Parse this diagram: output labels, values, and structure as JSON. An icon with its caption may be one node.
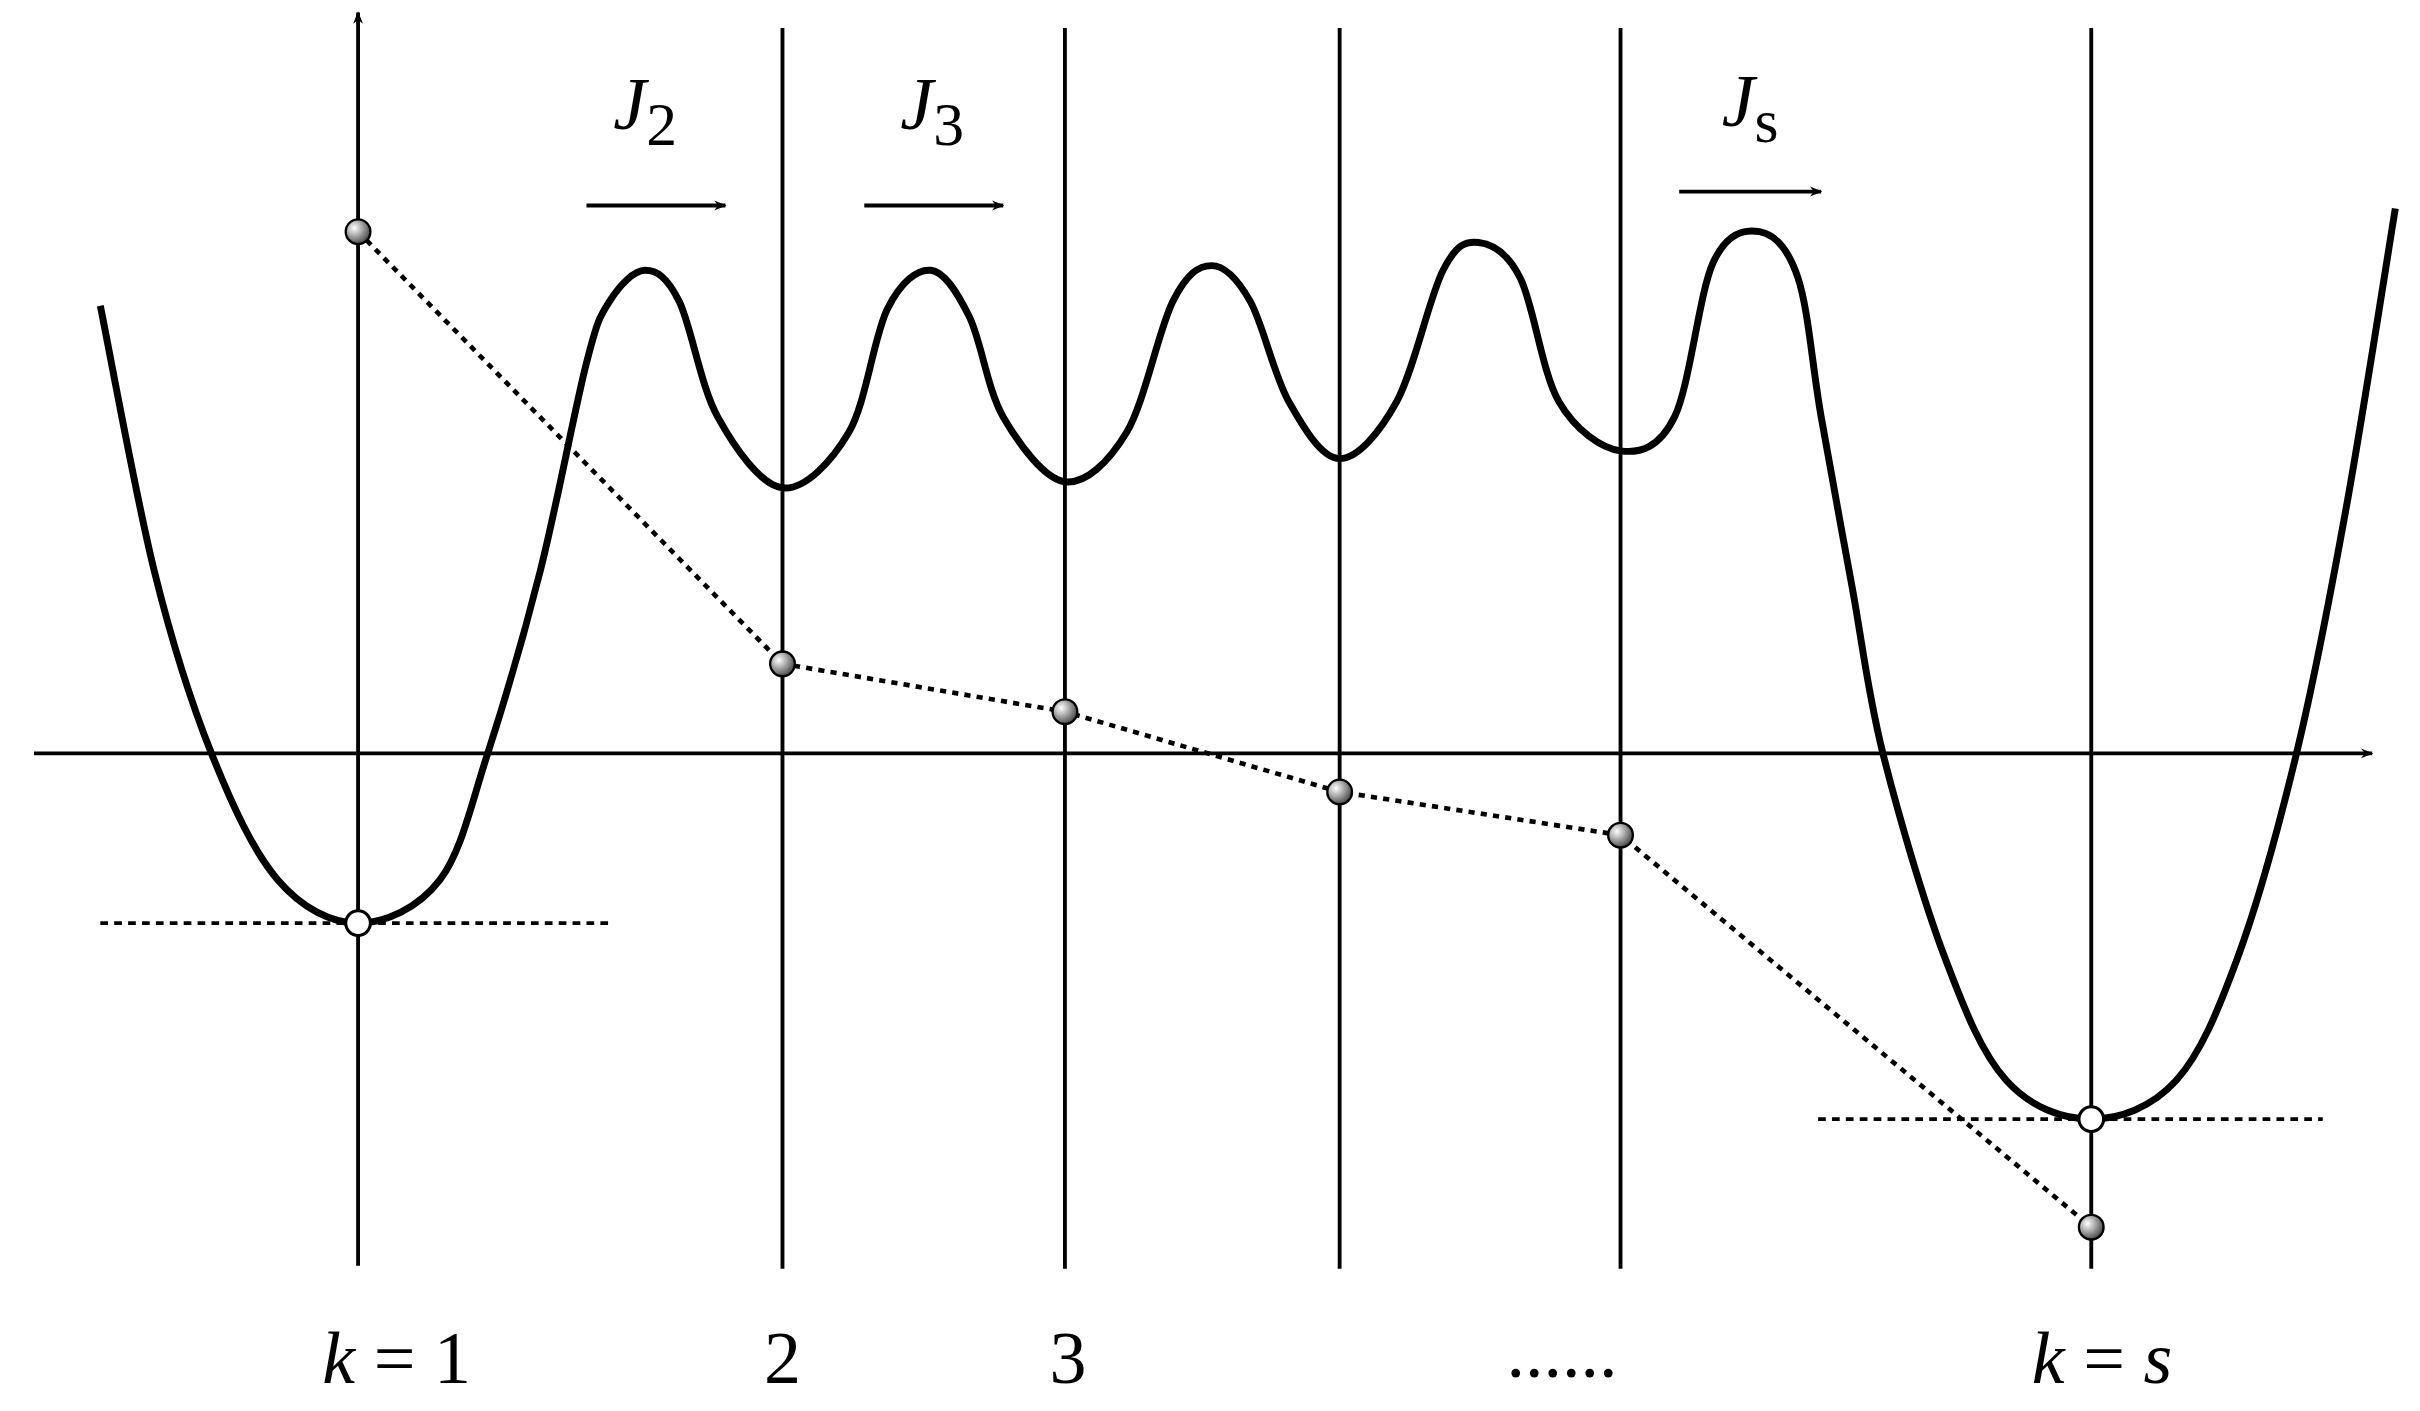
{
  "diagram": {
    "labels": [
      "*J*$_{2}$",
      "*J*$_{3}$",
      "*J*$_{s}$",
      "*k* = 1",
      "2",
      "3",
      "......",
      "*k* = *s*"
    ]
  }
}
